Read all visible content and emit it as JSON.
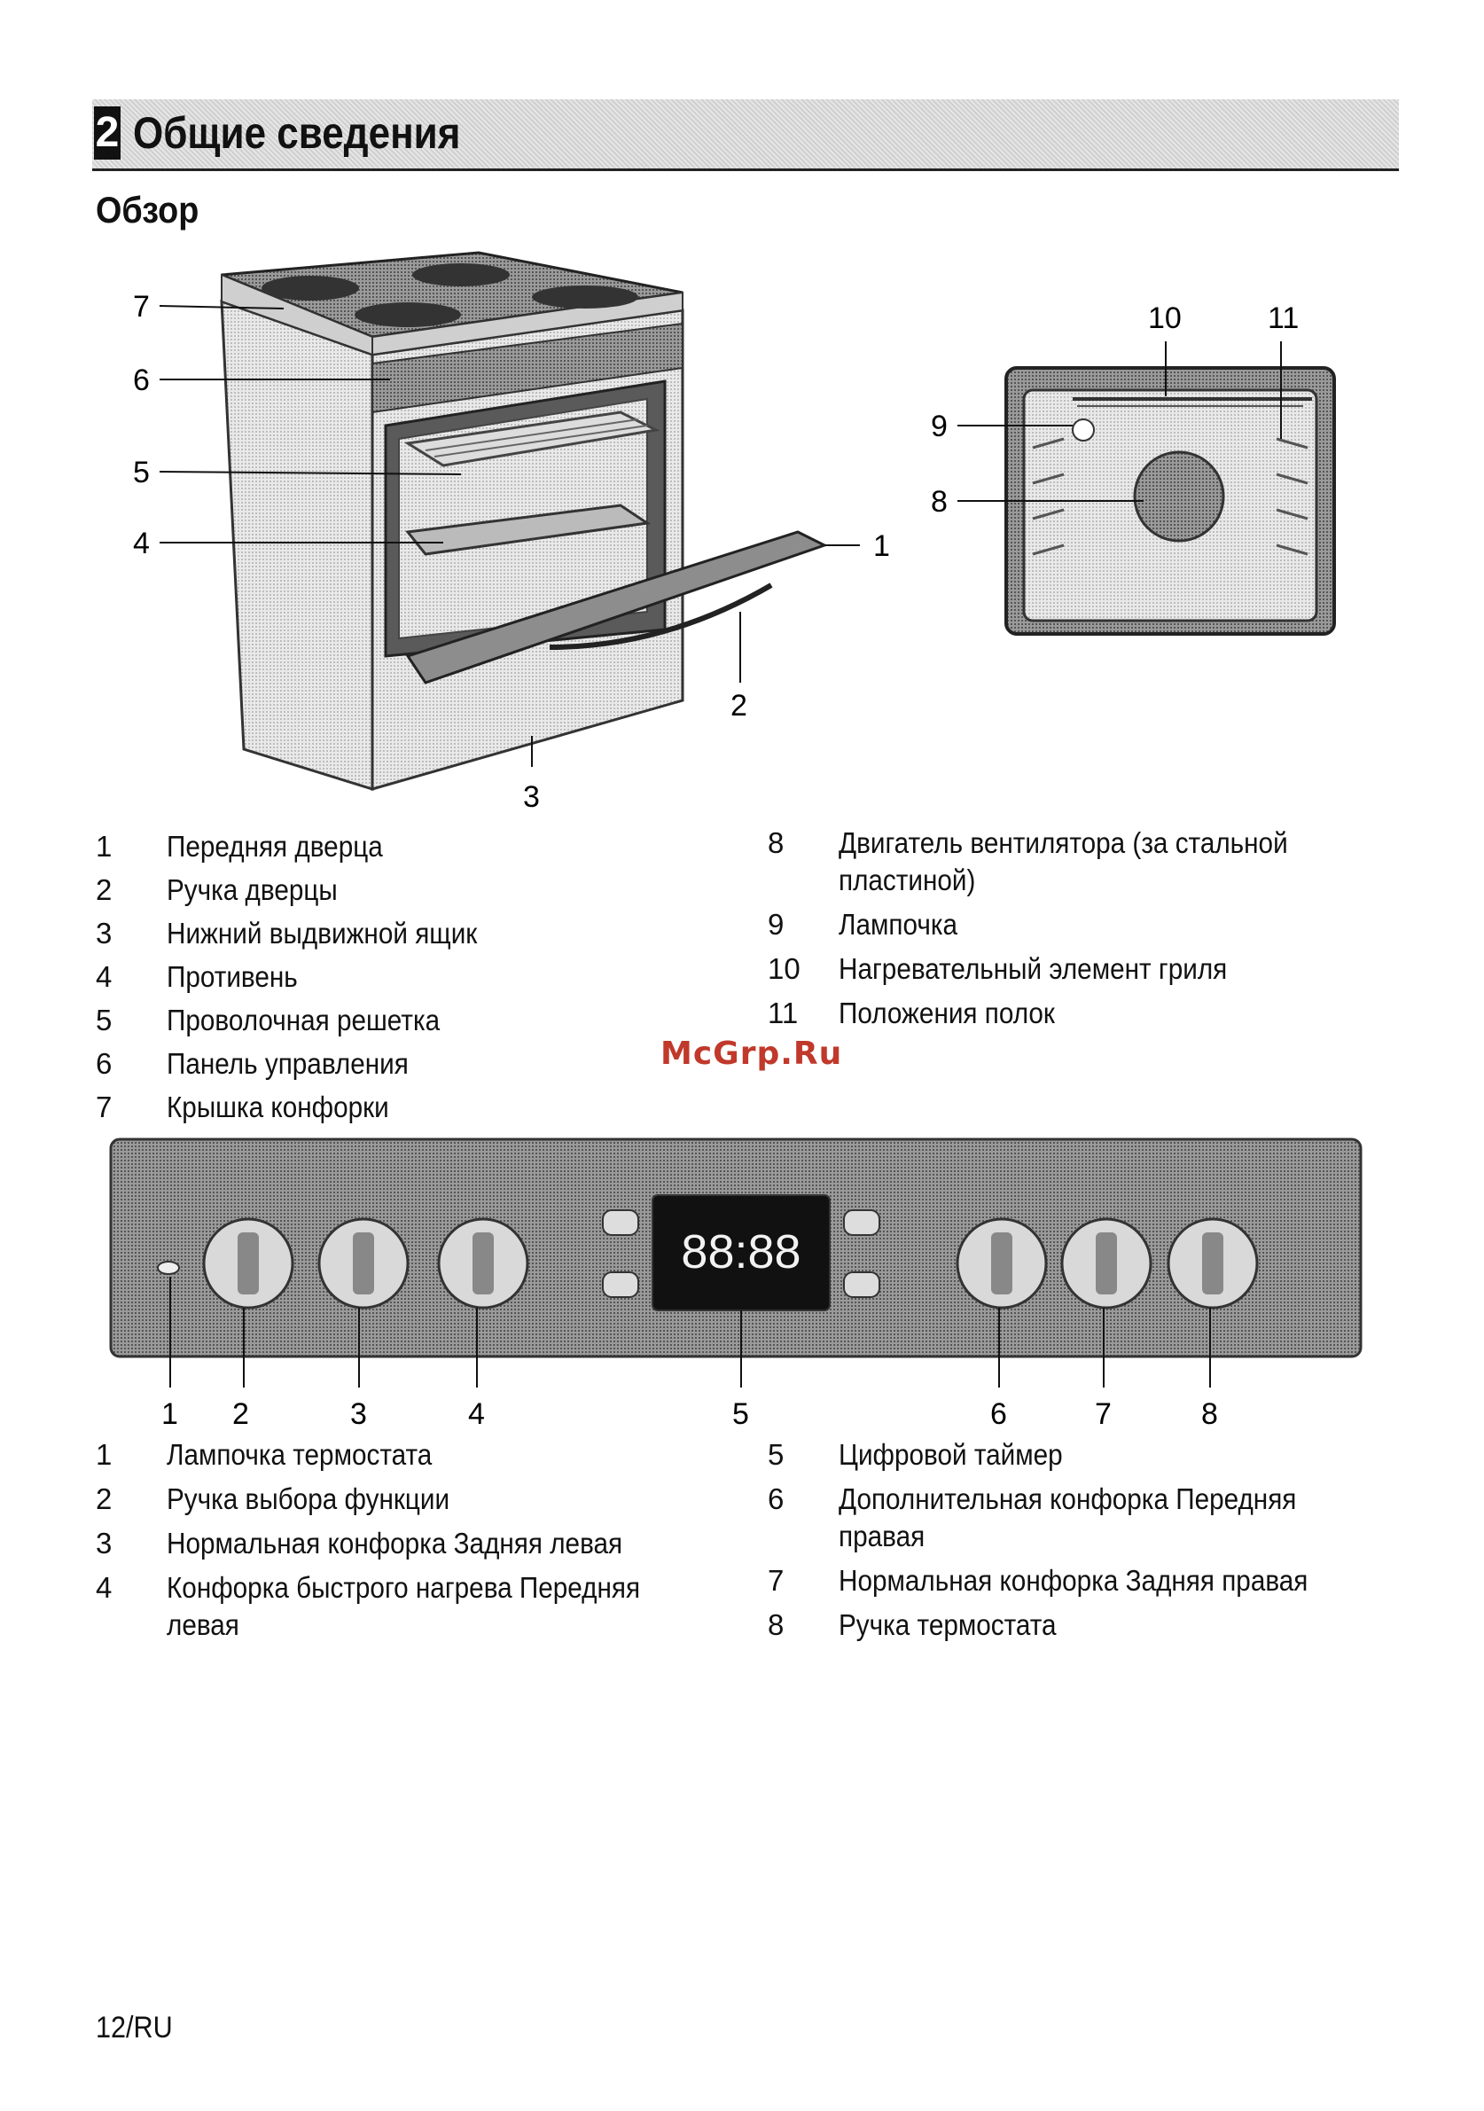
{
  "header": {
    "chapter_number": "2",
    "chapter_title": "Общие сведения"
  },
  "section_title": "Обзор",
  "oven_figure": {
    "callouts": [
      "7",
      "6",
      "5",
      "4",
      "1",
      "2",
      "3"
    ]
  },
  "cavity_figure": {
    "callouts": [
      "10",
      "11",
      "9",
      "8"
    ]
  },
  "parts_left": [
    {
      "num": "1",
      "label": "Передняя дверца"
    },
    {
      "num": "2",
      "label": "Ручка дверцы"
    },
    {
      "num": "3",
      "label": "Нижний выдвижной ящик"
    },
    {
      "num": "4",
      "label": "Противень"
    },
    {
      "num": "5",
      "label": "Проволочная решетка"
    },
    {
      "num": "6",
      "label": "Панель управления"
    },
    {
      "num": "7",
      "label": "Крышка конфорки"
    }
  ],
  "parts_right": [
    {
      "num": "8",
      "label": "Двигатель вентилятора (за стальной",
      "label2": "пластиной)"
    },
    {
      "num": "9",
      "label": "Лампочка"
    },
    {
      "num": "10",
      "label": "Нагревательный элемент гриля"
    },
    {
      "num": "11",
      "label": "Положения полок"
    }
  ],
  "watermark": "McGrp.Ru",
  "control_panel": {
    "timer_display": "88:88",
    "callouts": [
      "1",
      "2",
      "3",
      "4",
      "5",
      "6",
      "7",
      "8"
    ]
  },
  "controls_left": [
    {
      "num": "1",
      "label": "Лампочка термостата"
    },
    {
      "num": "2",
      "label": "Ручка выбора функции"
    },
    {
      "num": "3",
      "label": "Нормальная конфорка Задняя левая"
    },
    {
      "num": "4",
      "label": "Конфорка быстрого нагрева Передняя",
      "label2": "левая"
    }
  ],
  "controls_right": [
    {
      "num": "5",
      "label": "Цифровой таймер"
    },
    {
      "num": "6",
      "label": "Дополнительная конфорка Передняя",
      "label2": "правая"
    },
    {
      "num": "7",
      "label": "Нормальная конфорка Задняя правая"
    },
    {
      "num": "8",
      "label": "Ручка термостата"
    }
  ],
  "footer": {
    "page": "12/RU"
  }
}
